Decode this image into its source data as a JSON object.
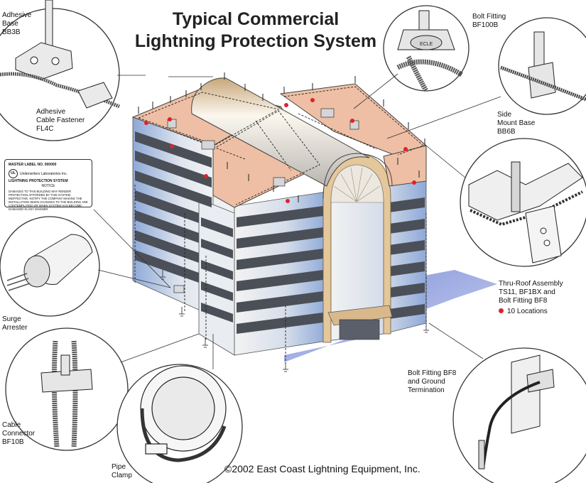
{
  "title_line1": "Typical Commercial",
  "title_line2": "Lightning Protection System",
  "labels": {
    "adhesive_base": [
      "Adhesive",
      "Base",
      "BB3B"
    ],
    "cable_fastener": [
      "Adhesive",
      "Cable Fastener",
      "FL4C"
    ],
    "bolt_fitting_bf100b": [
      "Bolt Fitting",
      "BF100B"
    ],
    "side_mount_base": [
      "Side",
      "Mount Base",
      "BB6B"
    ],
    "thru_roof": [
      "Thru-Roof Assembly",
      "TS11, BF1BX and",
      "Bolt Fitting BF8"
    ],
    "surge_arrester": [
      "Surge",
      "Arrester"
    ],
    "bolt_fitting_bf8": [
      "Bolt Fitting BF8",
      "and Ground",
      "Termination"
    ],
    "cable_connector": [
      "Cable",
      "Connector",
      "BF10B"
    ],
    "pipe_clamp": [
      "Pipe",
      "Clamp"
    ]
  },
  "legend": {
    "text": "10 Locations",
    "color": "#e0222a"
  },
  "master_label": {
    "line1": "MASTER LABEL NO. 000000",
    "line2": "Underwriters Laboratories Inc.",
    "line3": "LIGHTNING PROTECTION SYSTEM",
    "line4": "NOTICE",
    "line5": "DAMAGES TO THIS BUILDING MAY RENDER PROTECTION AFFORDED BY THIS SYSTEM INEFFECTIVE. NOTIFY THE COMPANY MAKING THE INSTALLATION WHEN CHANGES TO THE BUILDING ARE CONTEMPLATED OR WHEN SYSTEM HAS BECOME DAMAGED IN ANY MANNER.",
    "ul_mark": "UL"
  },
  "fitting_marking": "ECLE",
  "copyright": "©2002 East Coast Lightning Equipment, Inc.",
  "colors": {
    "roof": "#eebfa4",
    "wall_light": "#e8ebef",
    "wall_blue": "#8ea9d8",
    "window": "#4b4f58",
    "arch": "#e4c79a",
    "shadow": "#7f8fd6",
    "air_terminal_dot": "#e0222a"
  }
}
